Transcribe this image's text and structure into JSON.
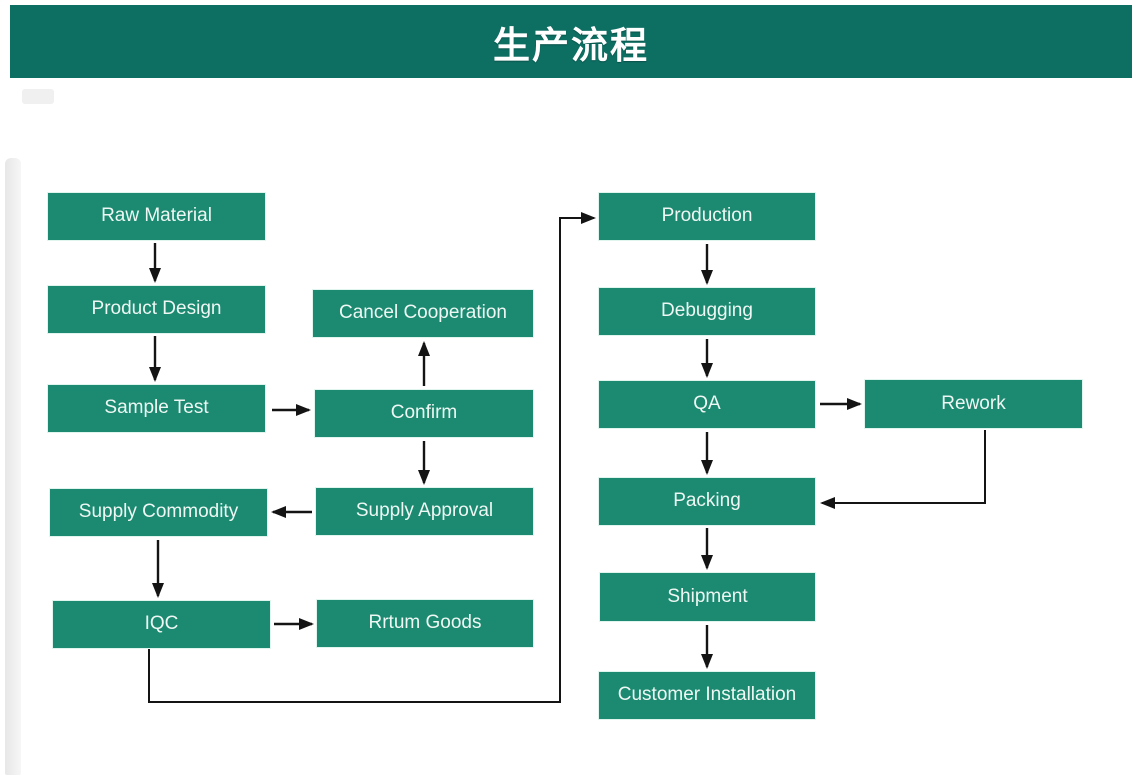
{
  "header": {
    "title": "生产流程",
    "bg_color": "#0d6e62",
    "text_color": "#ffffff"
  },
  "flowchart": {
    "node_color": "#1b8a71",
    "node_text_color": "#eef7f3",
    "arrow_color": "#141414",
    "nodes": {
      "raw_material": {
        "label": "Raw Material"
      },
      "product_design": {
        "label": "Product Design"
      },
      "sample_test": {
        "label": "Sample Test"
      },
      "supply_commodity": {
        "label": "Supply Commodity"
      },
      "iqc": {
        "label": "IQC"
      },
      "cancel_cooperation": {
        "label": "Cancel Cooperation"
      },
      "confirm": {
        "label": "Confirm"
      },
      "supply_approval": {
        "label": "Supply Approval"
      },
      "rrtum_goods": {
        "label": "Rrtum Goods"
      },
      "production": {
        "label": "Production"
      },
      "debugging": {
        "label": "Debugging"
      },
      "qa": {
        "label": "QA"
      },
      "packing": {
        "label": "Packing"
      },
      "shipment": {
        "label": "Shipment"
      },
      "customer_installation": {
        "label": "Customer Installation"
      },
      "rework": {
        "label": "Rework"
      }
    },
    "edges": [
      {
        "from": "raw_material",
        "to": "product_design"
      },
      {
        "from": "product_design",
        "to": "sample_test"
      },
      {
        "from": "sample_test",
        "to": "confirm"
      },
      {
        "from": "confirm",
        "to": "cancel_cooperation"
      },
      {
        "from": "confirm",
        "to": "supply_approval"
      },
      {
        "from": "supply_approval",
        "to": "supply_commodity"
      },
      {
        "from": "supply_commodity",
        "to": "iqc"
      },
      {
        "from": "iqc",
        "to": "rrtum_goods"
      },
      {
        "from": "iqc",
        "to": "production"
      },
      {
        "from": "production",
        "to": "debugging"
      },
      {
        "from": "debugging",
        "to": "qa"
      },
      {
        "from": "qa",
        "to": "rework"
      },
      {
        "from": "qa",
        "to": "packing"
      },
      {
        "from": "rework",
        "to": "packing"
      },
      {
        "from": "packing",
        "to": "shipment"
      },
      {
        "from": "shipment",
        "to": "customer_installation"
      }
    ]
  }
}
